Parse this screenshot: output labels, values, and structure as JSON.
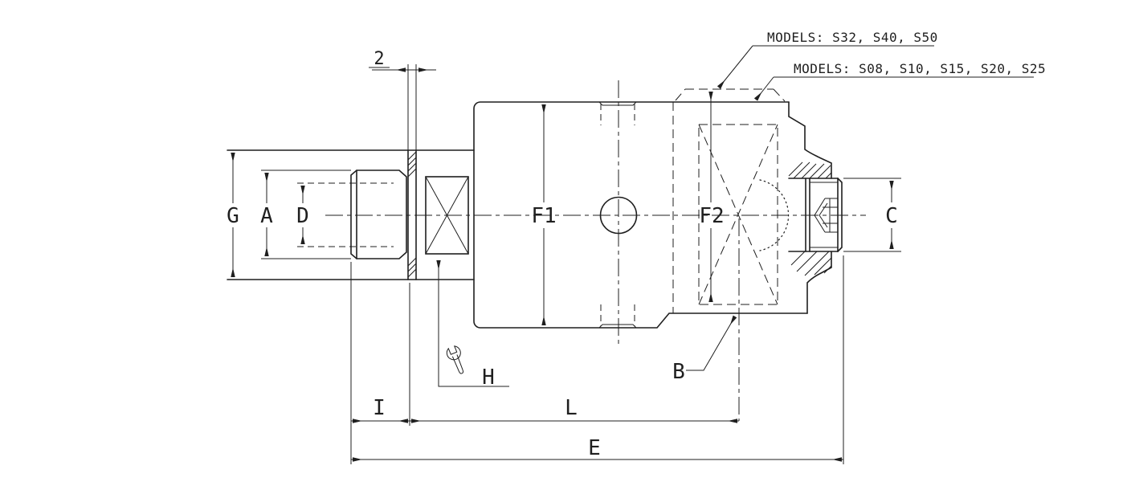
{
  "callouts": {
    "large_models": "MODELS: S32, S40, S50",
    "small_models": "MODELS: S08, S10, S15, S20, S25"
  },
  "dimensions": {
    "flange_thickness": "2",
    "shank_od": "G",
    "thread_major": "A",
    "thread_minor": "D",
    "body_diameter": "F1",
    "cap_diameter": "F2",
    "port_size": "C",
    "nipple_ref": "B",
    "wrench_flat": "H",
    "shank_length": "I",
    "body_length": "L",
    "overall_length": "E"
  },
  "colors": {
    "line": "#1f1f1f",
    "background": "#ffffff"
  }
}
